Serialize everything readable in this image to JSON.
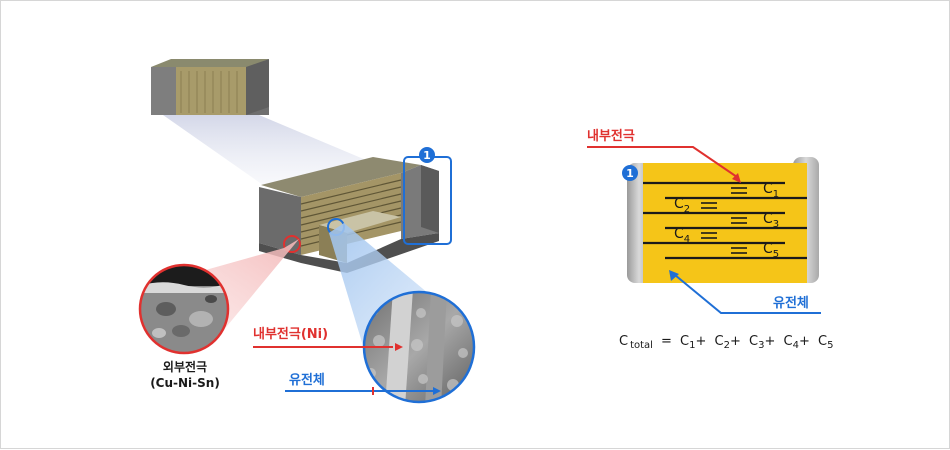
{
  "left_diagram": {
    "badge": "1",
    "label_internal_electrode": "내부전극(Ni)",
    "label_dielectric": "유전체",
    "label_external_electrode": "외부전극",
    "label_external_material": "(Cu-Ni-Sn)"
  },
  "right_diagram": {
    "badge": "1",
    "label_internal_electrode": "내부전극",
    "label_dielectric": "유전체",
    "capacitors": [
      {
        "base": "C",
        "sub": "1"
      },
      {
        "base": "C",
        "sub": "2"
      },
      {
        "base": "C",
        "sub": "3"
      },
      {
        "base": "C",
        "sub": "4"
      },
      {
        "base": "C",
        "sub": "5"
      }
    ],
    "formula": {
      "lhs_base": "C",
      "lhs_sub": "total",
      "eq": "=",
      "terms": [
        {
          "base": "C",
          "sub": "1",
          "op": "+"
        },
        {
          "base": "C",
          "sub": "2",
          "op": "+"
        },
        {
          "base": "C",
          "sub": "3",
          "op": "+"
        },
        {
          "base": "C",
          "sub": "4",
          "op": "+"
        },
        {
          "base": "C",
          "sub": "5",
          "op": ""
        }
      ]
    }
  },
  "colors": {
    "dielectric_yellow": "#f5c518",
    "terminal_gray": "#bdbdbd",
    "accent_red": "#e0312f",
    "accent_blue": "#1f6fd6"
  }
}
